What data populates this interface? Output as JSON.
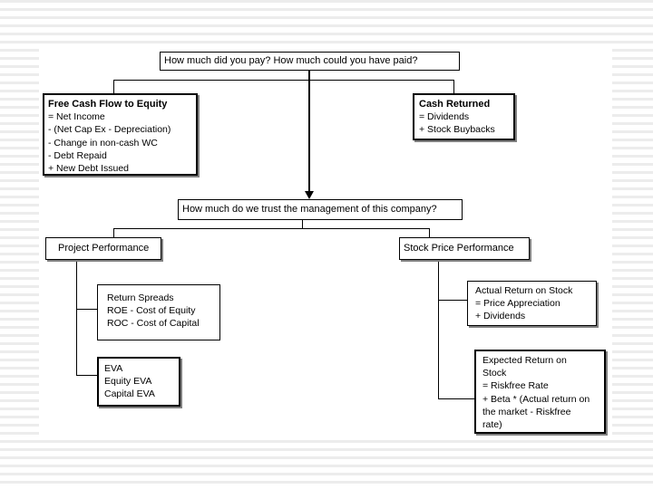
{
  "colors": {
    "background": "#ffffff",
    "stripe": "#ececec",
    "box_border": "#000000",
    "box_shadow": "#808080",
    "connector": "#000000"
  },
  "slide": {
    "top_question": "How much did you pay? How much could you have paid?",
    "branch_question": "How much do we trust the management of this company?",
    "boxes": {
      "fcfe": {
        "title": "Free Cash Flow to Equity",
        "lines": [
          "= Net Income",
          "- (Net Cap Ex - Depreciation)",
          "- Change in non-cash WC",
          "- Debt Repaid",
          "+ New Debt Issued"
        ]
      },
      "cash_returned": {
        "title": "Cash Returned",
        "lines": [
          "= Dividends",
          "+ Stock Buybacks"
        ]
      },
      "project_performance": {
        "title": "Project Performance"
      },
      "stock_price_performance": {
        "title": "Stock Price Performance"
      },
      "return_spreads": {
        "lines": [
          "Return Spreads",
          "ROE - Cost of Equity",
          "ROC - Cost of Capital"
        ]
      },
      "eva": {
        "lines": [
          "EVA",
          "Equity EVA",
          "Capital EVA"
        ]
      },
      "actual_return": {
        "lines": [
          "Actual Return on Stock",
          "= Price Appreciation",
          "+ Dividends"
        ]
      },
      "expected_return": {
        "lines": [
          "Expected Return on",
          "Stock",
          "= Riskfree Rate",
          "+ Beta * (Actual return on",
          "the market - Riskfree",
          "rate)"
        ]
      }
    }
  }
}
